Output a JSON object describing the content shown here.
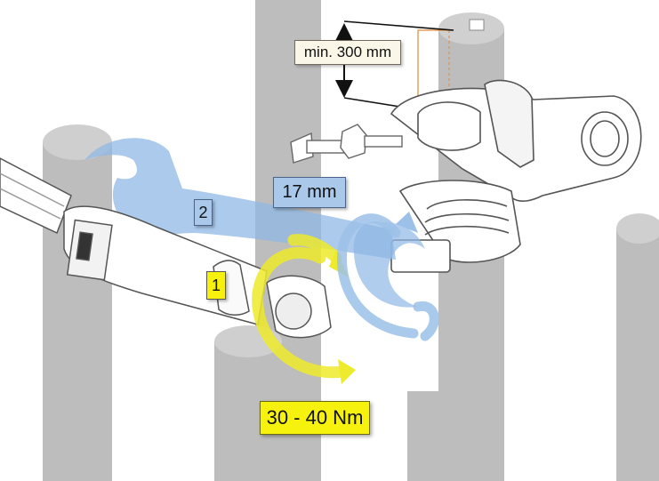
{
  "labels": {
    "min_distance": "min. 300 mm",
    "wrench_size": "17 mm",
    "torque": "30 - 40 Nm"
  },
  "steps": {
    "torque_wrench": "1",
    "open_end_wrench": "2"
  },
  "colors": {
    "background": "#ffffff",
    "rebar": "#bcbcbc",
    "wrench_highlight": "#8fb8e6",
    "torque_highlight": "#f0ee3a",
    "torque_label": "#f6f20d",
    "wrench_label": "#a9c8ea",
    "dimension_label": "#fbf7e8",
    "dimension_marker": "#e08a3a"
  }
}
